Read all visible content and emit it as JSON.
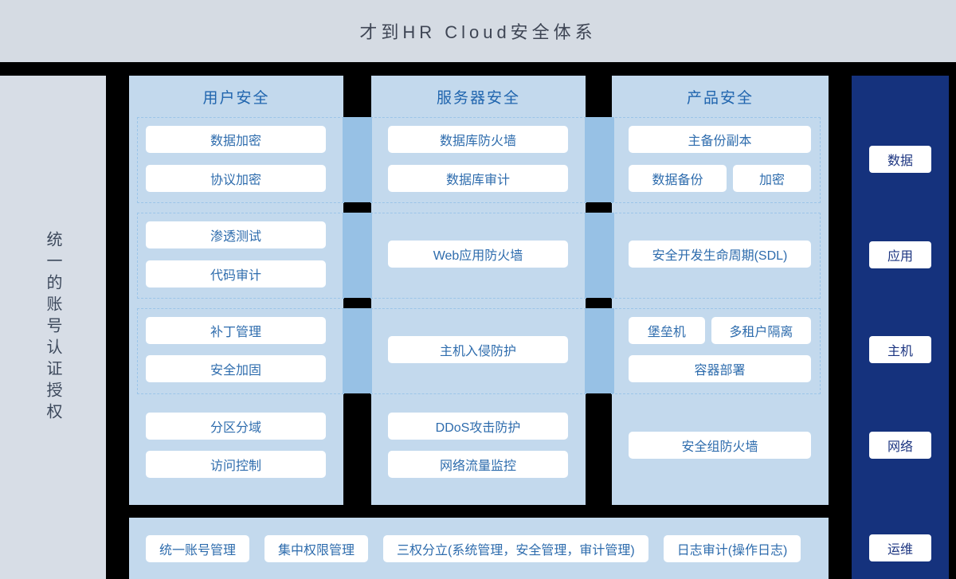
{
  "header": {
    "title": "才到HR Cloud安全体系"
  },
  "left_sidebar": {
    "label": "统一的账号认证授权"
  },
  "columns": [
    {
      "title": "用户安全",
      "row1": [
        "数据加密",
        "协议加密"
      ],
      "row2": [
        "渗透测试",
        "代码审计"
      ],
      "row3": [
        "补丁管理",
        "安全加固"
      ],
      "row4": [
        "分区分域",
        "访问控制"
      ]
    },
    {
      "title": "服务器安全",
      "row1": [
        "数据库防火墙",
        "数据库审计"
      ],
      "row2": [
        "Web应用防火墙"
      ],
      "row3": [
        "主机入侵防护"
      ],
      "row4": [
        "DDoS攻击防护",
        "网络流量监控"
      ]
    },
    {
      "title": "产品安全",
      "row1": [
        "主备份副本",
        "数据备份",
        "加密"
      ],
      "row2": [
        "安全开发生命周期(SDL)"
      ],
      "row3": [
        "堡垒机",
        "多租户隔离",
        "容器部署"
      ],
      "row4": [
        "安全组防火墙"
      ]
    }
  ],
  "right_sidebar": {
    "items": [
      "数据",
      "应用",
      "主机",
      "网络",
      "运维"
    ]
  },
  "bottom_bar": {
    "items": [
      "统一账号管理",
      "集中权限管理",
      "三权分立(系统管理，安全管理，审计管理)",
      "日志审计(操作日志)"
    ]
  },
  "colors": {
    "page_bg": "#000000",
    "header_bg": "#d5dbe3",
    "left_sidebar_bg": "#d7dde6",
    "panel_bg": "#c3d9ed",
    "connector": "#97c1e5",
    "dashed_border": "#9cc5e8",
    "right_sidebar_bg": "#15327d",
    "box_text_blue": "#2e6cad",
    "navy_text": "#1b3480",
    "title_text": "#3e4554"
  }
}
